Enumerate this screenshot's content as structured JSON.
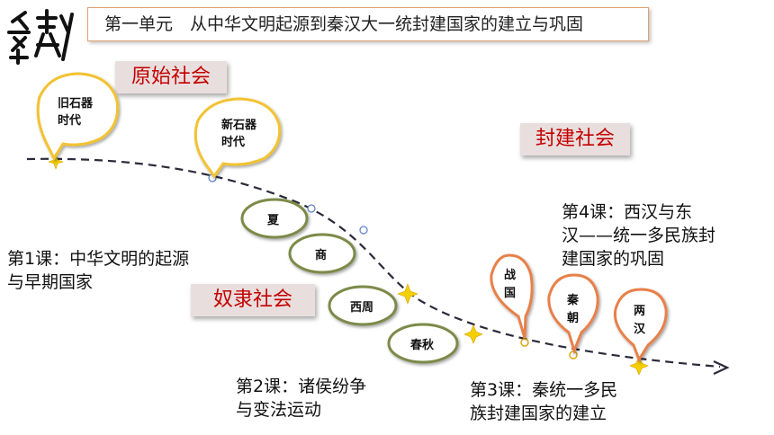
{
  "header": {
    "logo_glyphs": "第一",
    "unit_title": "第一单元　从中华文明起源到秦汉大一统封建国家的建立与巩固"
  },
  "eras": {
    "primitive": "原始社会",
    "slave": "奴隶社会",
    "feudal": "封建社会"
  },
  "periods": {
    "paleolithic_line1": "旧石器",
    "paleolithic_line2": "时代",
    "neolithic_line1": "新石器",
    "neolithic_line2": "时代",
    "xia": "夏",
    "shang": "商",
    "western_zhou": "西周",
    "spring_autumn": "春秋",
    "warring_line1": "战",
    "warring_line2": "国",
    "qin_line1": "秦",
    "qin_line2": "朝",
    "han_line1": "两",
    "han_line2": "汉"
  },
  "lessons": {
    "l1_line1": "第1课：中华文明的起源",
    "l1_line2": "与早期国家",
    "l2_line1": "第2课：诸侯纷争",
    "l2_line2": "与变法运动",
    "l3_line1": "第3课：秦统一多民",
    "l3_line2": "族封建国家的建立",
    "l4_line1": "第4课：西汉与东",
    "l4_line2": "汉——统一多民族封",
    "l4_line3": "建国家的巩固"
  },
  "colors": {
    "era_text": "#c40000",
    "era_bg": "#e9dede",
    "primitive_bubble_border": "#f2c230",
    "ancient_bubble_border": "#7b8a48",
    "imperial_bubble_border": "#e8804a",
    "timeline": "#2a2a3a"
  }
}
